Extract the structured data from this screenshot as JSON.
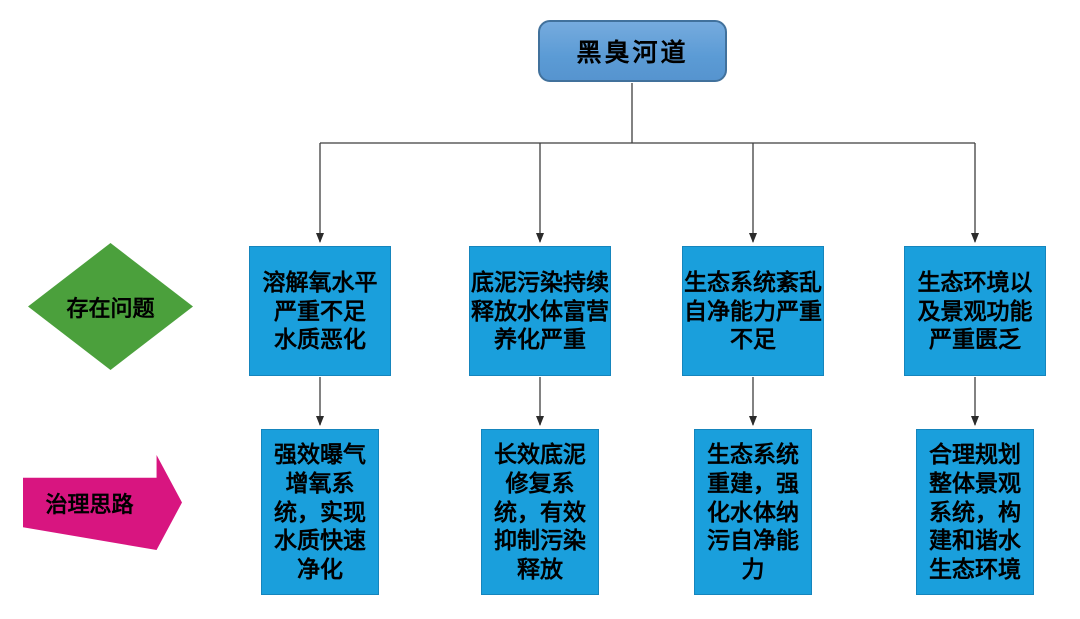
{
  "root": {
    "label": "黑臭河道"
  },
  "row_labels": {
    "problems": "存在问题",
    "solutions": "治理思路"
  },
  "columns": [
    {
      "problem": "溶解氧水平\n严重不足\n水质恶化",
      "solution": "强效曝气\n增氧系\n统，实现\n水质快速\n净化"
    },
    {
      "problem": "底泥污染持续\n释放水体富营\n养化严重",
      "solution": "长效底泥\n修复系\n统，有效\n抑制污染\n释放"
    },
    {
      "problem": "生态系统紊乱\n自净能力严重\n不足",
      "solution": "生态系统\n重建，强\n化水体纳\n污自净能\n力"
    },
    {
      "problem": "生态环境以\n及景观功能\n严重匮乏",
      "solution": "合理规划\n整体景观\n系统，构\n建和谐水\n生态环境"
    }
  ],
  "colors": {
    "root_fill": "#5B9BD5",
    "root_border": "#41719C",
    "box_fill": "#1A9FDC",
    "diamond_fill": "#4BA03C",
    "arrow_fill": "#D81580",
    "connector": "#3F3F3F"
  }
}
